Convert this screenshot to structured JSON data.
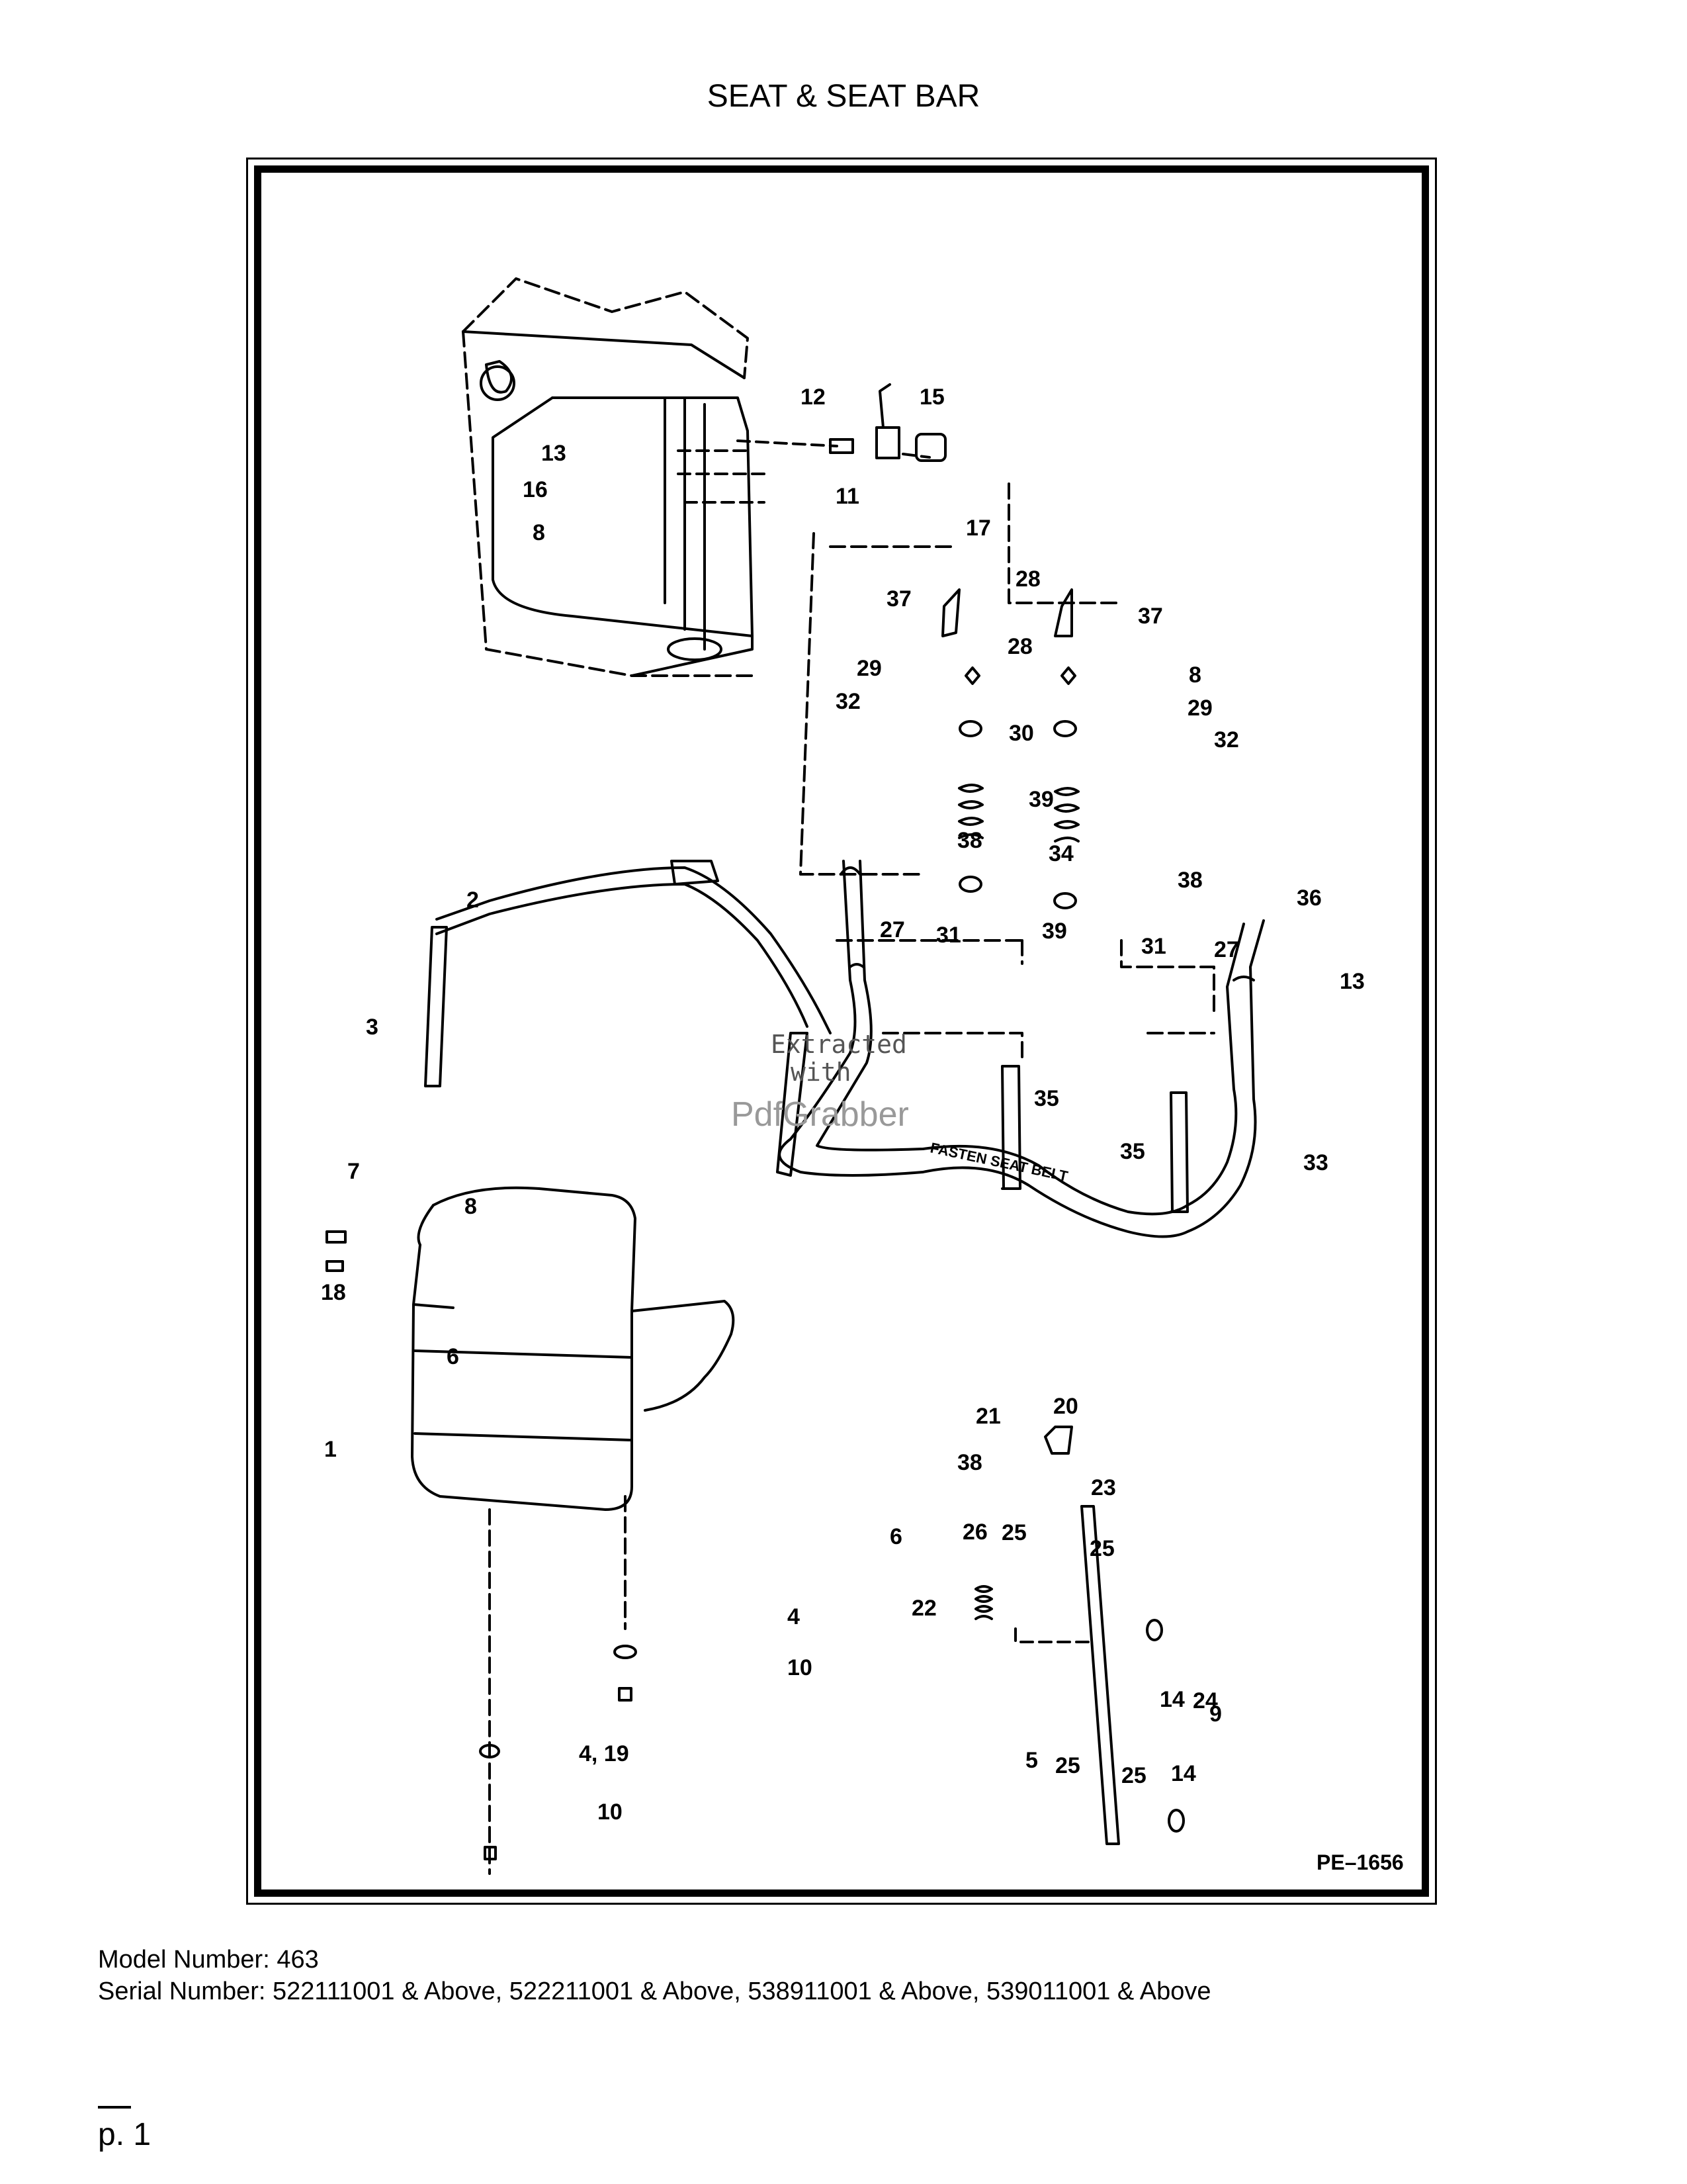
{
  "page": {
    "title": "SEAT & SEAT BAR",
    "page_number": "p. 1"
  },
  "diagram": {
    "id": "PE–1656",
    "imprinted_text": "FASTEN SEAT BELT",
    "callouts": [
      "1",
      "2",
      "3",
      "4",
      "4, 19",
      "5",
      "6",
      "7",
      "8",
      "9",
      "10",
      "11",
      "12",
      "13",
      "14",
      "15",
      "16",
      "17",
      "18",
      "20",
      "21",
      "22",
      "23",
      "24",
      "25",
      "26",
      "27",
      "28",
      "29",
      "30",
      "31",
      "32",
      "33",
      "34",
      "35",
      "36",
      "37",
      "38",
      "39"
    ]
  },
  "watermark": {
    "line1": "Extracted",
    "line2": "with",
    "brand": "PdfGrabber"
  },
  "footer": {
    "model": "Model Number: 463",
    "serial": "Serial Number: 522111001 & Above, 522211001 & Above, 538911001 & Above, 539011001 & Above"
  }
}
